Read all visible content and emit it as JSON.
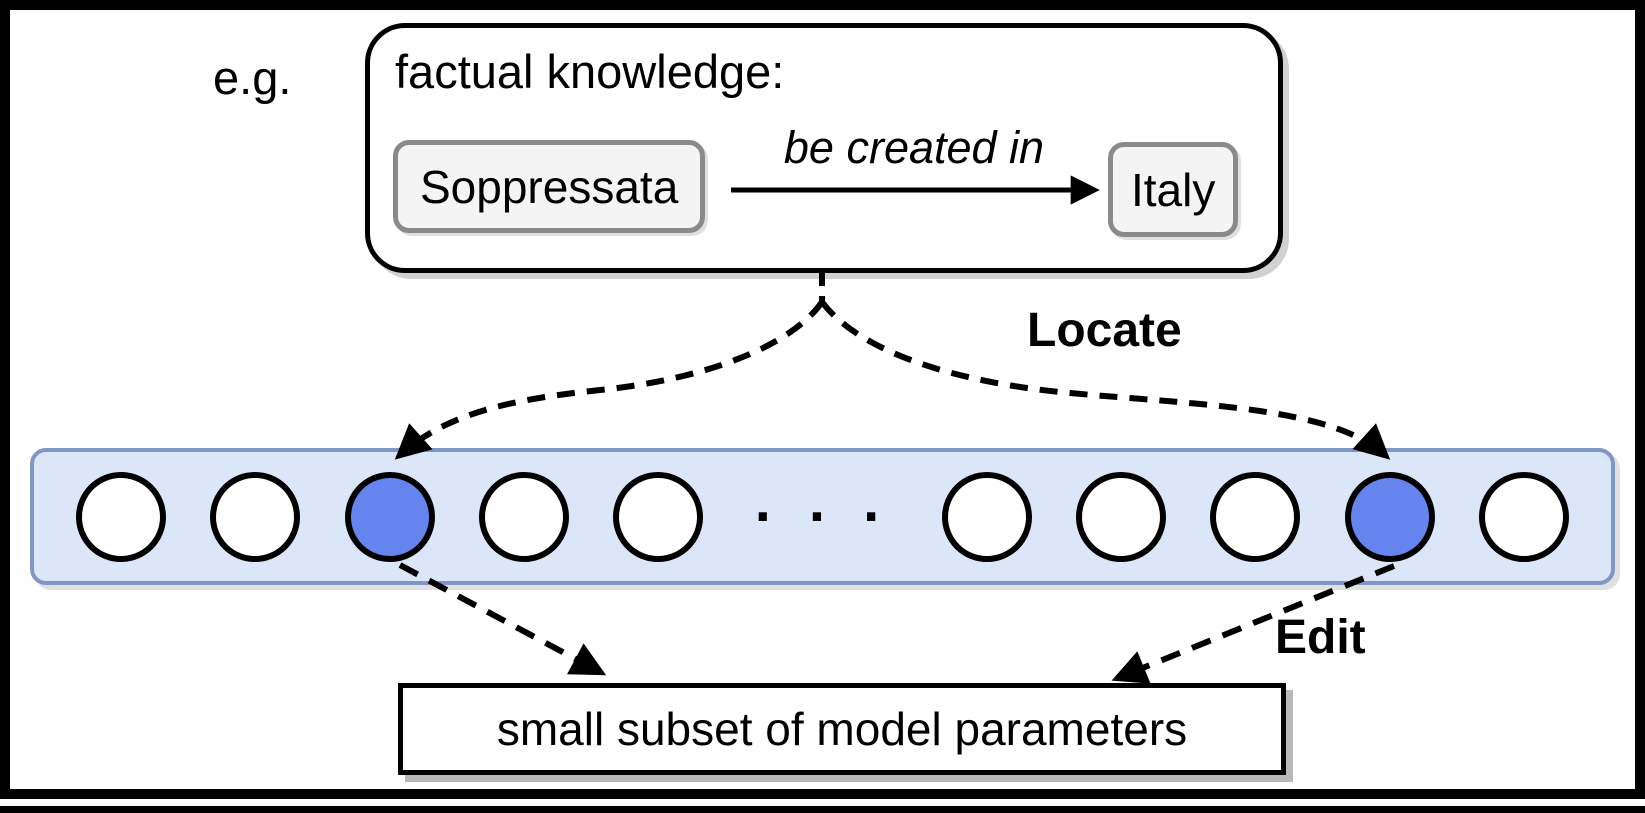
{
  "figure": {
    "example_label": "e.g.",
    "fact_box": {
      "title": "factual knowledge:",
      "subject": "Soppressata",
      "relation": "be created in",
      "object": "Italy"
    },
    "locate_label": "Locate",
    "edit_label": "Edit",
    "layer": {
      "dots": ". . .",
      "nodes": [
        "off",
        "off",
        "on",
        "off",
        "off",
        "dots",
        "off",
        "off",
        "off",
        "on",
        "off"
      ]
    },
    "params_box_label": "small subset of model parameters",
    "colors": {
      "highlight_node": "#6684ed",
      "layer_fill": "#dbe6f8",
      "layer_border": "#8096c3"
    }
  }
}
